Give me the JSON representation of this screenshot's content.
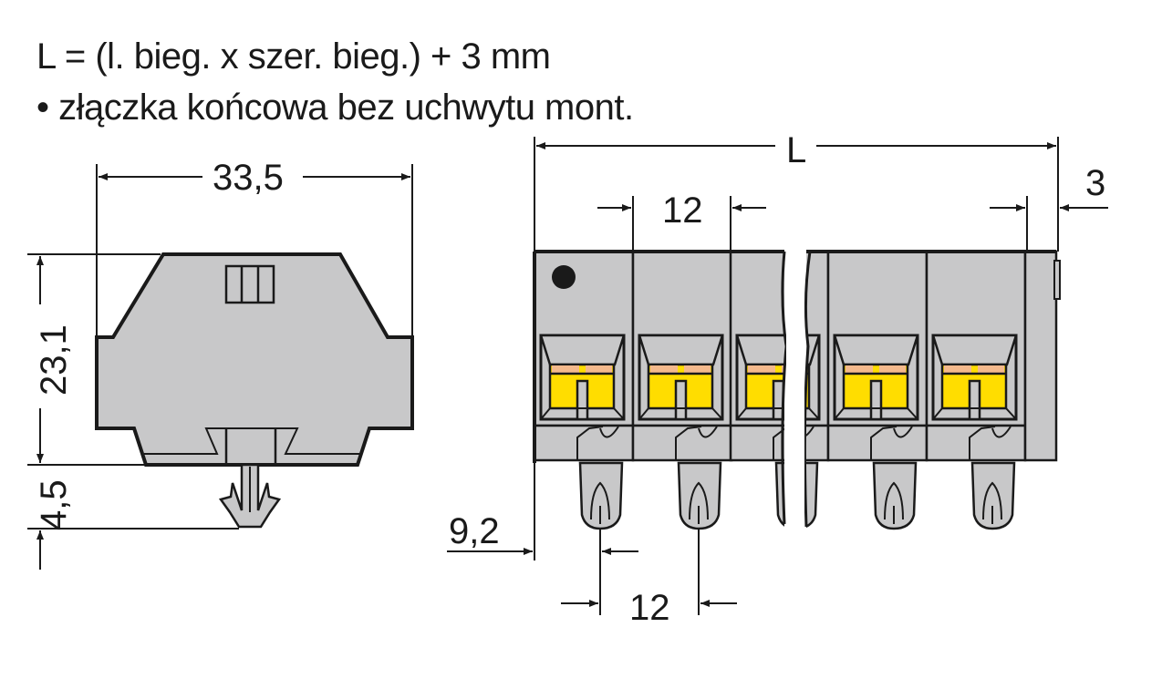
{
  "header": {
    "formula": "L = (l. bieg. x szer. bieg.) + 3 mm",
    "note": "• złączka końcowa bez uchwytu mont."
  },
  "dimensions": {
    "width_side": "33,5",
    "height_side": "23,1",
    "foot_height": "4,5",
    "length": "L",
    "pitch_top": "12",
    "end_offset": "3",
    "pin_offset": "9,2",
    "pitch_bottom": "12"
  },
  "colors": {
    "housing": "#c8c8c9",
    "clamp": "#ffdd00",
    "contact": "#f4b98c",
    "line": "#1a1a1a"
  }
}
